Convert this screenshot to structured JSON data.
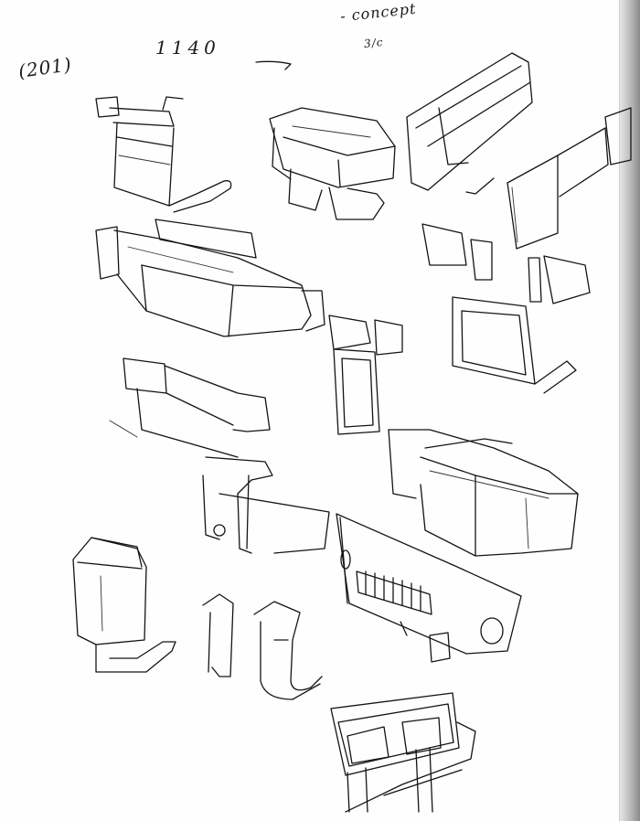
{
  "sketchbook": {
    "notes": {
      "page_number": "(201)",
      "number": "1140",
      "concept_line1": "- concept",
      "concept_line2": "3/c"
    }
  }
}
